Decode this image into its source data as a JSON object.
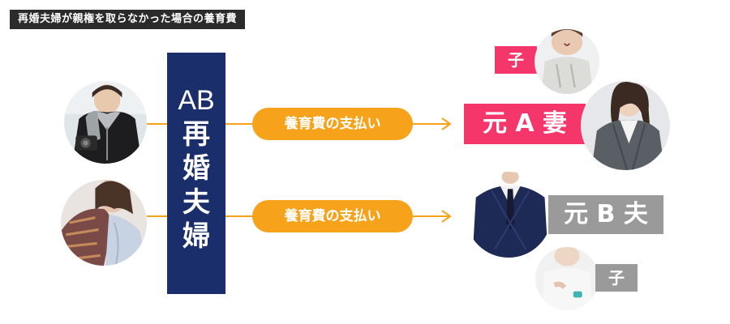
{
  "header": {
    "title": "再婚夫婦が親権を取らなかった場合の養育費"
  },
  "couple": {
    "line1": "AB",
    "line2": "再",
    "line3": "婚",
    "line4": "夫",
    "line5": "婦"
  },
  "payments": [
    {
      "label": "養育費の支払い"
    },
    {
      "label": "養育費の支払い"
    }
  ],
  "recipients": {
    "ex_wife": {
      "label": "元 A 妻",
      "child_label": "子"
    },
    "ex_husband": {
      "label": "元 B 夫",
      "child_label": "子"
    }
  },
  "colors": {
    "accent_orange": "#f6a31b",
    "navy": "#1a2e6b",
    "pink": "#f4366b",
    "gray": "#9a9a9a",
    "title_bg": "#2b2b2b"
  }
}
